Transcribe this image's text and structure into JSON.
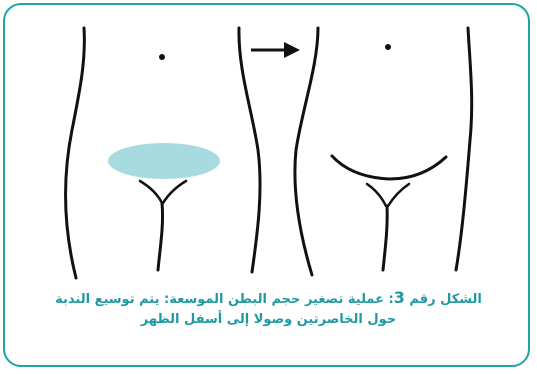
{
  "caption": {
    "line1_prefix": "الشكل رقم",
    "figure_number": "3",
    "line1_text": ": عملية تصغير حجم البطن الموسعة: يتم توسيع الندبة",
    "line2": "حول الخاصرتين وصولا إلى أسفل الظهر"
  },
  "colors": {
    "border": "#1fa3a3",
    "caption": "#1f9aa3",
    "excision_area": "#a7dbe0",
    "line": "#111111"
  },
  "icons": {
    "arrow": "right-arrow-icon"
  }
}
